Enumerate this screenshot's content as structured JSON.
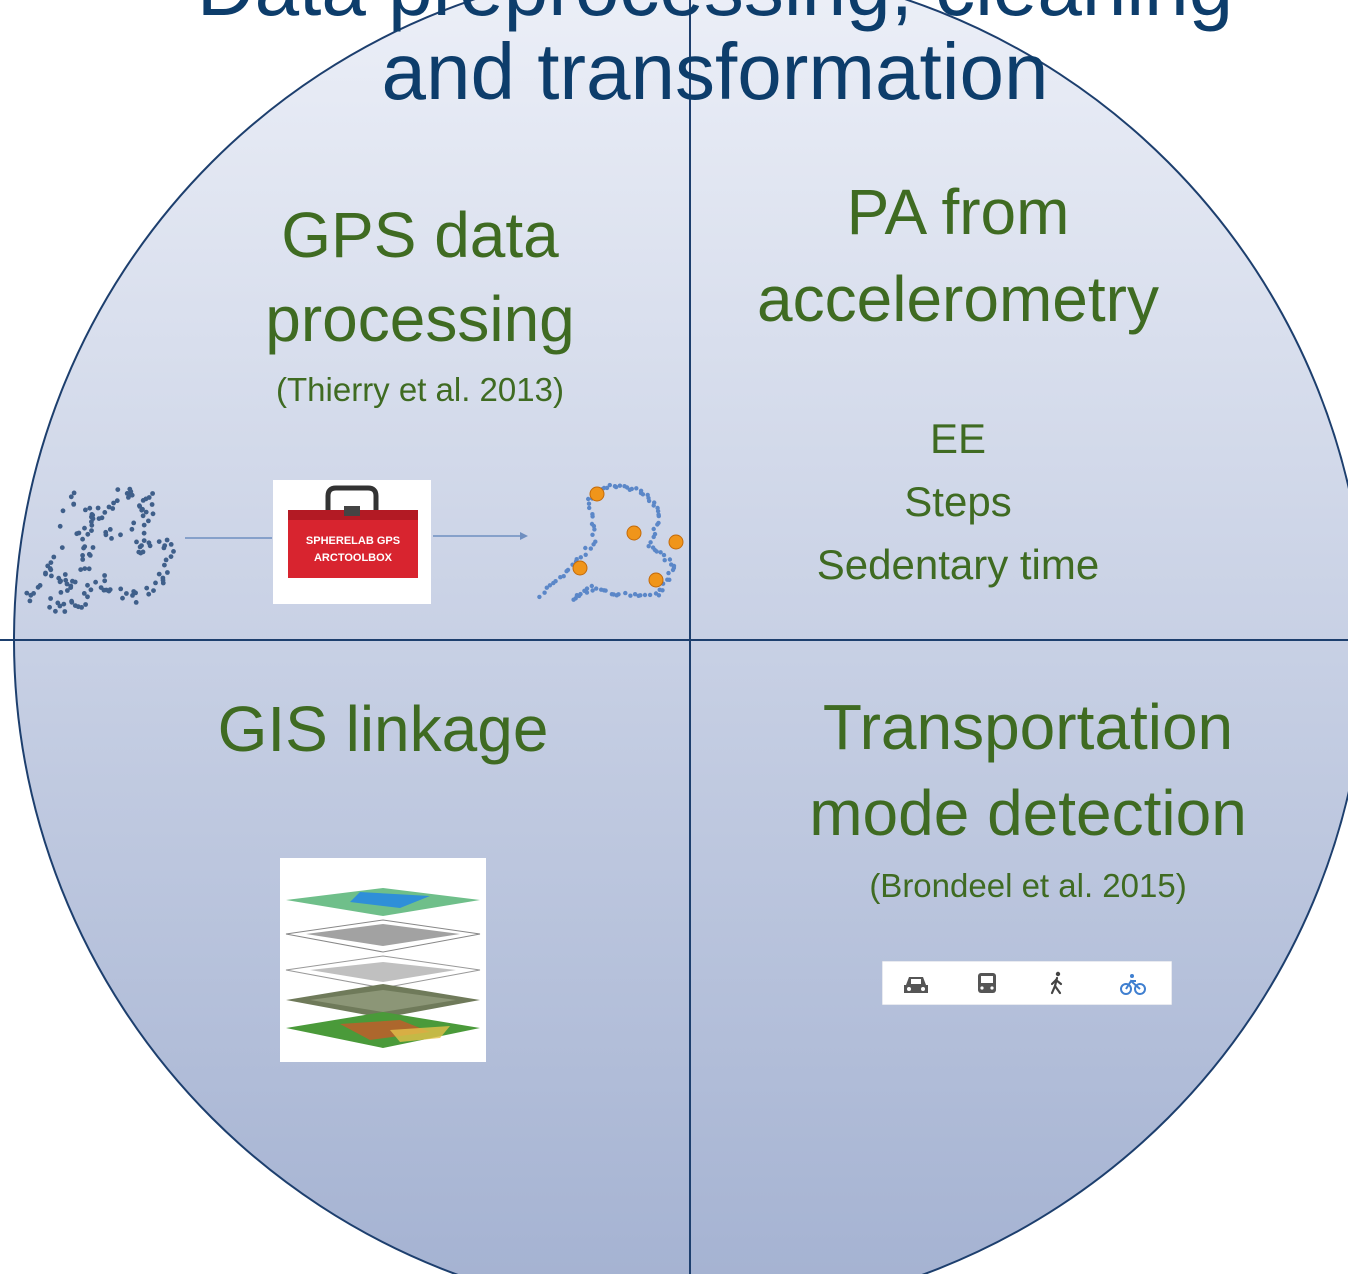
{
  "title": {
    "line1": "Data preprocessing, cleaning",
    "line2": "and transformation"
  },
  "quadrants": {
    "gps": {
      "heading_line1": "GPS data",
      "heading_line2": "processing",
      "citation": "(Thierry et al. 2013)",
      "toolbox_line1": "SPHERELAB GPS",
      "toolbox_line2": "ARCTOOLBOX"
    },
    "pa": {
      "heading_line1": "PA from",
      "heading_line2": "accelerometry",
      "items": [
        "EE",
        "Steps",
        "Sedentary time"
      ]
    },
    "gis": {
      "heading": "GIS linkage"
    },
    "transport": {
      "heading_line1": "Transportation",
      "heading_line2": "mode detection",
      "citation": "(Brondeel et al. 2015)",
      "mode_icons": [
        "car-icon",
        "train-icon",
        "walk-icon",
        "bike-icon"
      ]
    }
  },
  "colors": {
    "title": "#0d3d6b",
    "heading": "#3f6b22",
    "circle_top": "#edf0f8",
    "circle_bottom": "#a3b1d1",
    "outline": "#1d3f6e"
  }
}
